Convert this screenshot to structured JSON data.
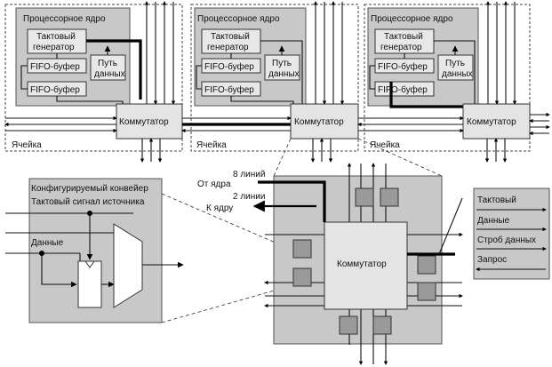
{
  "cells": [
    {
      "core_title": "Процессорное ядро",
      "clock": [
        "Тактовый",
        "генератор"
      ],
      "fifo1": "FIFO-буфер",
      "fifo2": "FIFO-буфер",
      "datapath": [
        "Путь",
        "данных"
      ],
      "switch": "Коммутатор",
      "cell_label": "Ячейка"
    },
    {
      "core_title": "Процессорное ядро",
      "clock": [
        "Тактовый",
        "генератор"
      ],
      "fifo1": "FIFO-буфер",
      "fifo2": "FIFO-буфер",
      "datapath": [
        "Путь",
        "данных"
      ],
      "switch": "Коммутатор",
      "cell_label": "Ячейка"
    },
    {
      "core_title": "Процессорное ядро",
      "clock": [
        "Тактовый",
        "генератор"
      ],
      "fifo1": "FIFO-буфер",
      "fifo2": "FIFO-буфер",
      "datapath": [
        "Путь",
        "данных"
      ],
      "switch": "Коммутатор",
      "cell_label": "Ячейка"
    }
  ],
  "pipeline": {
    "title": "Конфигурируемый конвейер",
    "clock_source": "Тактовый сигнал источника",
    "data": "Данные"
  },
  "switch_detail": {
    "label": "Коммутатор",
    "from_core": "От ядра",
    "eight_lines": "8 линий",
    "two_lines": "2 линии",
    "to_core": "К ядру"
  },
  "legend": {
    "items": [
      "Тактовый",
      "Данные",
      "Строб данных",
      "Запрос"
    ]
  }
}
